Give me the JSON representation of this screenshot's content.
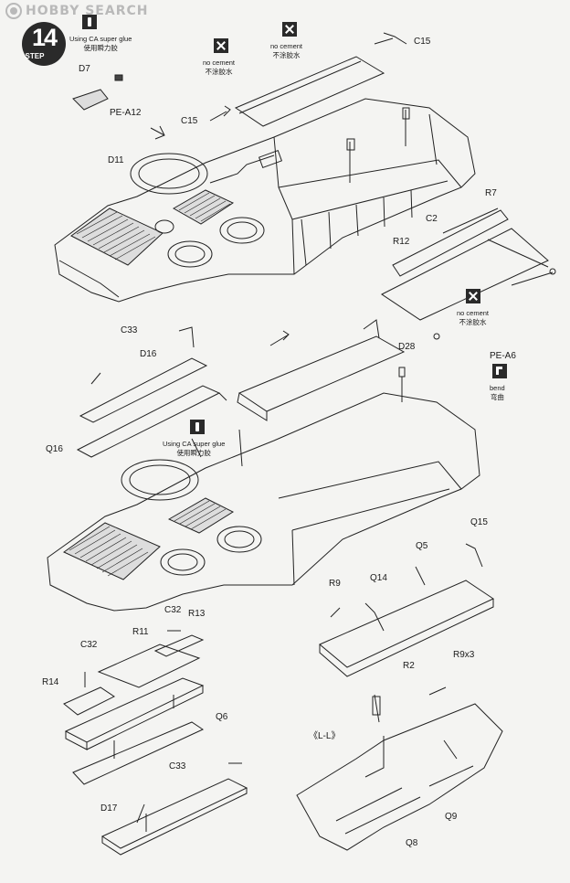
{
  "watermark": {
    "text": "HOBBY SEARCH"
  },
  "step": {
    "number": "14",
    "label": "STEP"
  },
  "notes": {
    "ca_glue_en": "Using CA super glue",
    "ca_glue_cn": "使用瞬力胶",
    "no_cement_en": "no cement",
    "no_cement_cn": "不涂胶水",
    "bend_en": "bend",
    "bend_cn": "弯曲"
  },
  "parts": {
    "d7": "D7",
    "pe_a12": "PE-A12",
    "c15_top": "C15",
    "c15_left": "C15",
    "d11": "D11",
    "c2": "C2",
    "r7": "R7",
    "r12": "R12",
    "pe_a6": "PE-A6",
    "c33_mid": "C33",
    "d16": "D16",
    "q16": "Q16",
    "d28": "D28",
    "q15": "Q15",
    "q5": "Q5",
    "r9": "R9",
    "q14": "Q14",
    "r2": "R2",
    "c32_a": "C32",
    "r13": "R13",
    "r11": "R11",
    "c32_b": "C32",
    "r14": "R14",
    "q6": "Q6",
    "d17": "D17",
    "c33_bottom": "C33",
    "r9x3": "R9x3",
    "l_l": "《L-L》",
    "q9": "Q9",
    "q8": "Q8"
  },
  "colors": {
    "ink": "#1e1e1e",
    "paper": "#f4f4f2",
    "icon": "#2a2a2a",
    "watermark": "#b9b9b9"
  }
}
